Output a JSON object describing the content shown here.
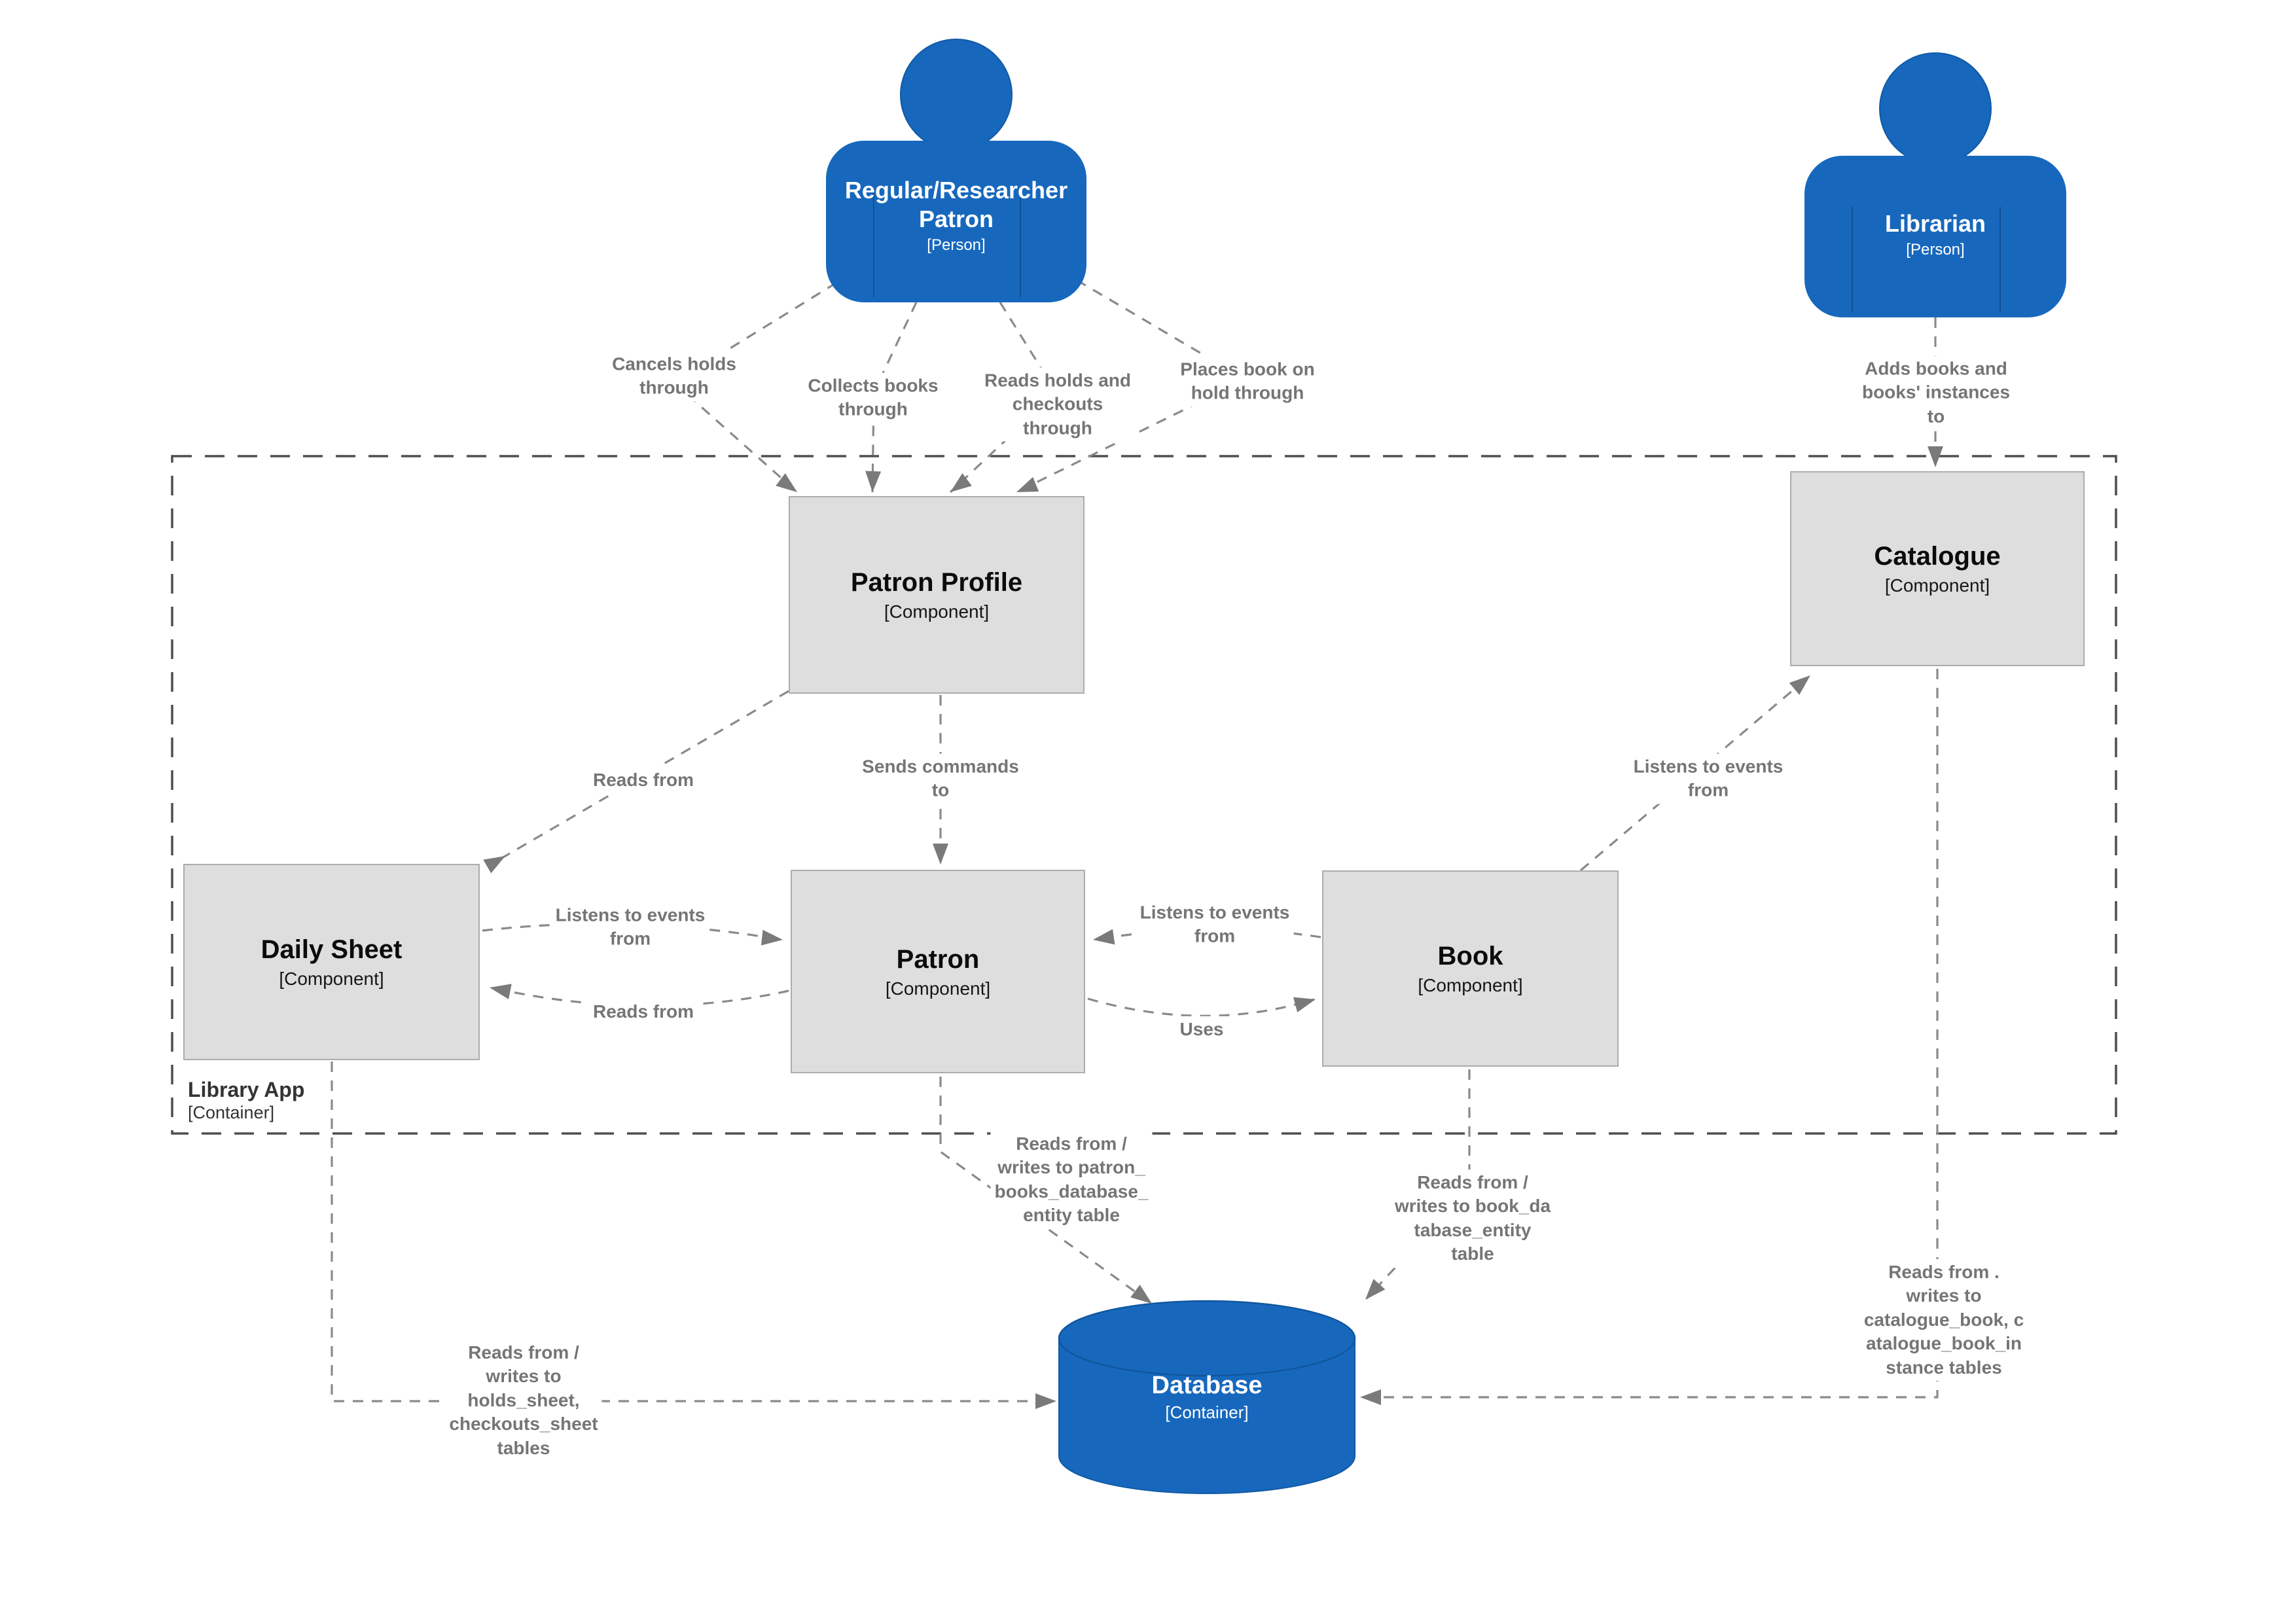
{
  "colors": {
    "person_blue": "#1768BD",
    "database_blue": "#1768BD",
    "component_fill": "#DEDEDE",
    "component_border": "#ACACAC",
    "edge_gray": "#8A8A8A",
    "label_gray": "#757575",
    "boundary_gray": "#4E4E4E"
  },
  "boundary": {
    "name": "Library App",
    "meta": "[Container]"
  },
  "nodes": {
    "patron_person": {
      "name": "Regular/Researcher\nPatron",
      "meta": "[Person]"
    },
    "librarian": {
      "name": "Librarian",
      "meta": "[Person]"
    },
    "patron_profile": {
      "name": "Patron Profile",
      "meta": "[Component]"
    },
    "catalogue": {
      "name": "Catalogue",
      "meta": "[Component]"
    },
    "daily_sheet": {
      "name": "Daily Sheet",
      "meta": "[Component]"
    },
    "patron": {
      "name": "Patron",
      "meta": "[Component]"
    },
    "book": {
      "name": "Book",
      "meta": "[Component]"
    },
    "database": {
      "name": "Database",
      "meta": "[Container]"
    }
  },
  "edge_labels": {
    "cancels_holds": "Cancels holds\nthrough",
    "collects_books": "Collects books\nthrough",
    "reads_holds": "Reads holds and\ncheckouts\nthrough",
    "places_hold": "Places book on\nhold through",
    "adds_books": "Adds books and\nbooks' instances\nto",
    "reads_from_profile": "Reads from",
    "sends_commands": "Sends commands\nto",
    "listens_catalogue": "Listens to events\nfrom",
    "listens_daily_sheet": "Listens to events\nfrom",
    "reads_from_daily": "Reads from",
    "listens_book": "Listens to events\nfrom",
    "uses": "Uses",
    "patron_db": "Reads from /\nwrites to patron_\nbooks_database_\nentity table",
    "book_db": "Reads from /\nwrites to book_da\ntabase_entity\ntable",
    "catalogue_db": "Reads from .\nwrites to\ncatalogue_book, c\natalogue_book_in\nstance tables",
    "daily_sheet_db": "Reads from /\nwrites to\nholds_sheet,\ncheckouts_sheet\ntables"
  }
}
